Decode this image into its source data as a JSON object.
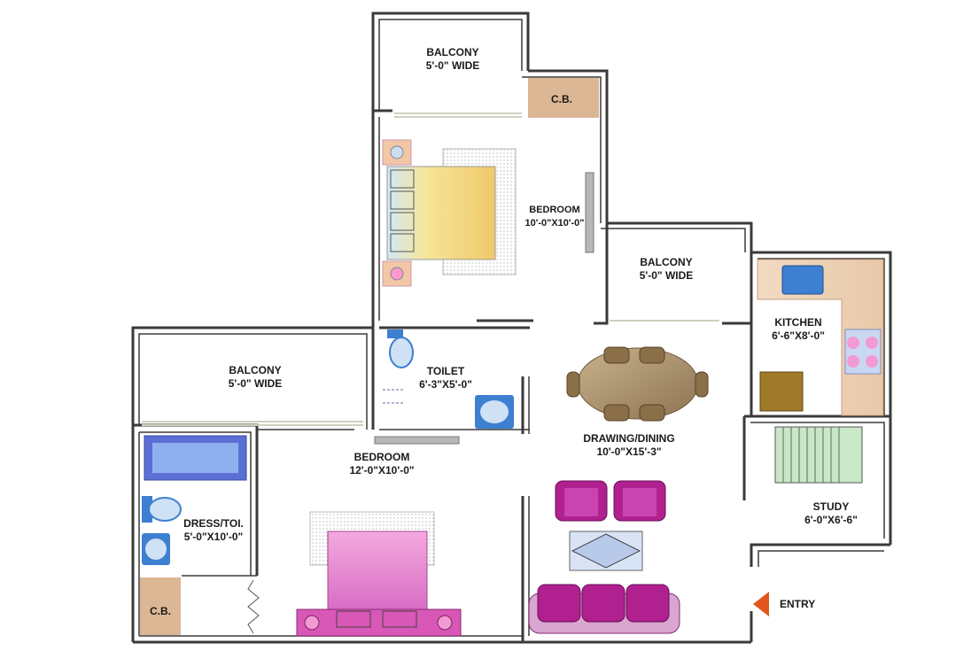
{
  "rooms": {
    "balcony_top": {
      "name": "BALCONY",
      "size": "5'-0\" WIDE"
    },
    "cb_top": {
      "name": "C.B."
    },
    "bedroom_master": {
      "name": "BEDROOM",
      "size": "10'-0\"X10'-0\""
    },
    "balcony_right": {
      "name": "BALCONY",
      "size": "5'-0\" WIDE"
    },
    "kitchen": {
      "name": "KITCHEN",
      "size": "6'-6\"X8'-0\""
    },
    "balcony_left": {
      "name": "BALCONY",
      "size": "5'-0\" WIDE"
    },
    "toilet": {
      "name": "TOILET",
      "size": "6'-3\"X5'-0\""
    },
    "drawing_dining": {
      "name": "DRAWING/DINING",
      "size": "10'-0\"X15'-3\""
    },
    "bedroom_second": {
      "name": "BEDROOM",
      "size": "12'-0\"X10'-0\""
    },
    "dress_toilet": {
      "name": "DRESS/TOI.",
      "size": "5'-0\"X10'-0\""
    },
    "study": {
      "name": "STUDY",
      "size": "6'-0\"X6'-6\""
    },
    "cb_bottom": {
      "name": "C.B."
    }
  },
  "entry": {
    "label": "ENTRY",
    "arrow_color": "#e2561e"
  },
  "colors": {
    "wall": "#3a3a3a",
    "cupboard": "#dcb795",
    "bed_master": "#f2d27a",
    "bed_second": "#e58ad0",
    "sofa": "#b0208f",
    "table": "#a89070",
    "fixture_blue": "#3d7fd1"
  }
}
